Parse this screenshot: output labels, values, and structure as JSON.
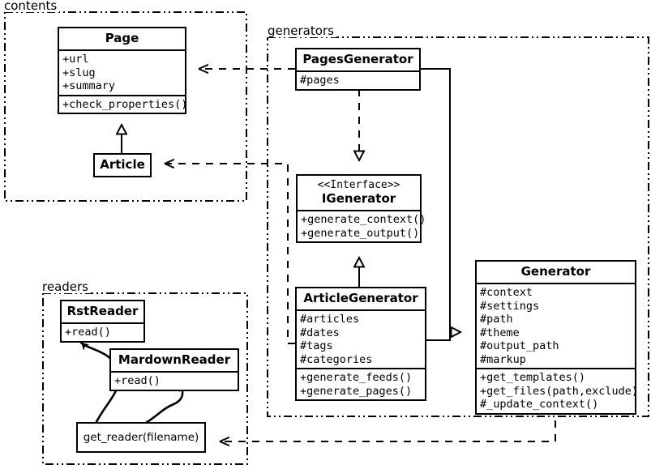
{
  "diagram": {
    "title": "UML class diagram",
    "stroke_color": "#000000",
    "background_color": "#ffffff"
  },
  "packages": [
    {
      "id": "contents",
      "label": "contents"
    },
    {
      "id": "generators",
      "label": "generators"
    },
    {
      "id": "readers",
      "label": "readers"
    }
  ],
  "classes": {
    "page": {
      "name": "Page",
      "attributes": [
        "+url",
        "+slug",
        "+summary"
      ],
      "operations": [
        "+check_properties()"
      ]
    },
    "article": {
      "name": "Article",
      "attributes": [],
      "operations": []
    },
    "pages_generator": {
      "name": "PagesGenerator",
      "attributes": [
        "#pages"
      ],
      "operations": []
    },
    "igenerator": {
      "stereotype": "<<Interface>>",
      "name": "IGenerator",
      "attributes": [],
      "operations": [
        "+generate_context()",
        "+generate_output()"
      ]
    },
    "article_generator": {
      "name": "ArticleGenerator",
      "attributes": [
        "#articles",
        "#dates",
        "#tags",
        "#categories"
      ],
      "operations": [
        "+generate_feeds()",
        "+generate_pages()"
      ]
    },
    "generator": {
      "name": "Generator",
      "attributes": [
        "#context",
        "#settings",
        "#path",
        "#theme",
        "#output_path",
        "#markup"
      ],
      "operations": [
        "+get_templates()",
        "+get_files(path,exclude)",
        "#_update_context()"
      ]
    },
    "rst_reader": {
      "name": "RstReader",
      "attributes": [],
      "operations": [
        "+read()"
      ]
    },
    "mardown_reader": {
      "name": "MardownReader",
      "attributes": [],
      "operations": [
        "+read()"
      ]
    },
    "get_reader": {
      "name": "get_reader(filename)"
    }
  },
  "relationships": [
    {
      "kind": "generalization",
      "from": "Article",
      "to": "Page",
      "style": "solid-hollow-triangle"
    },
    {
      "kind": "realization",
      "from": "PagesGenerator",
      "to": "IGenerator",
      "style": "dashed-hollow-triangle"
    },
    {
      "kind": "generalization",
      "from": "ArticleGenerator",
      "to": "IGenerator",
      "style": "solid-hollow-triangle"
    },
    {
      "kind": "generalization",
      "from": "PagesGenerator",
      "to": "Generator",
      "style": "solid-hollow-triangle"
    },
    {
      "kind": "generalization",
      "from": "ArticleGenerator",
      "to": "Generator",
      "style": "solid-hollow-triangle"
    },
    {
      "kind": "dependency",
      "from": "PagesGenerator",
      "to": "Page",
      "style": "dashed-open-arrow"
    },
    {
      "kind": "dependency",
      "from": "ArticleGenerator",
      "to": "Article",
      "style": "dashed-open-arrow"
    },
    {
      "kind": "dependency",
      "from": "Generator",
      "to": "get_reader",
      "style": "dashed-open-arrow"
    },
    {
      "kind": "instantiates",
      "from": "get_reader",
      "to": "RstReader",
      "style": "curved-solid-arrow"
    },
    {
      "kind": "instantiates",
      "from": "get_reader",
      "to": "MardownReader",
      "style": "curved-solid-arrow"
    }
  ]
}
